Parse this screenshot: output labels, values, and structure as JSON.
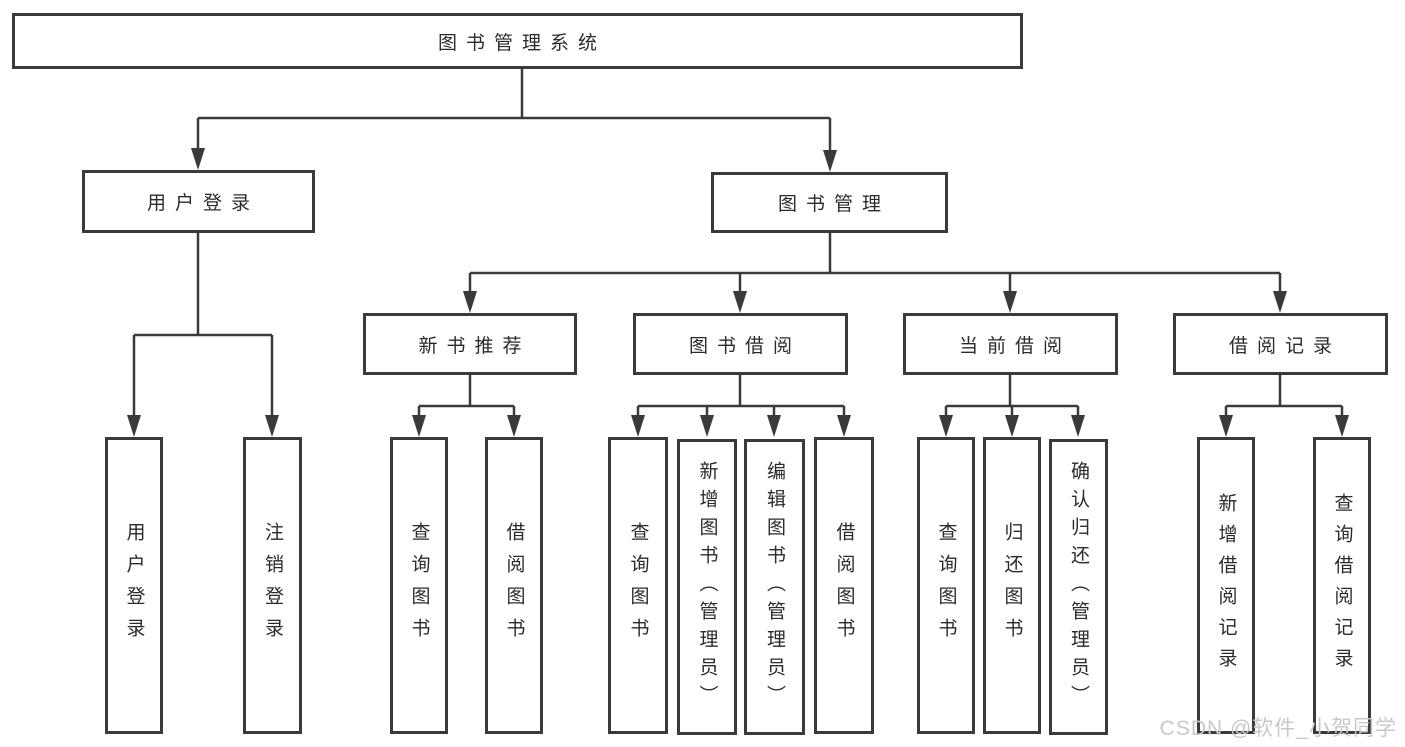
{
  "tree": {
    "root": "图书管理系统",
    "branches": [
      {
        "label": "用户登录",
        "children": [
          "用户登录",
          "注销登录"
        ]
      },
      {
        "label": "图书管理",
        "sections": [
          {
            "label": "新书推荐",
            "children": [
              "查询图书",
              "借阅图书"
            ]
          },
          {
            "label": "图书借阅",
            "children": [
              "查询图书",
              "新增图书（管理员）",
              "编辑图书（管理员）",
              "借阅图书"
            ]
          },
          {
            "label": "当前借阅",
            "children": [
              "查询图书",
              "归还图书",
              "确认归还（管理员）"
            ]
          },
          {
            "label": "借阅记录",
            "children": [
              "新增借阅记录",
              "查询借阅记录"
            ]
          }
        ]
      }
    ]
  },
  "watermark": "CSDN @软件_小贺同学",
  "colors": {
    "line": "#3a3a3a",
    "text": "#2b2b2b",
    "background": "#ffffff",
    "watermark": "#c8c8c8"
  }
}
